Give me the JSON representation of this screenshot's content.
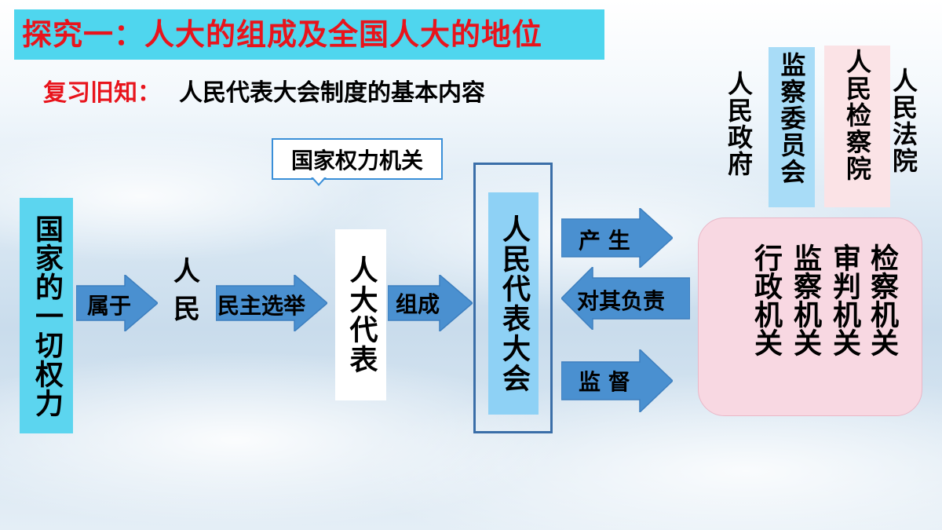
{
  "title": "探究一：人大的组成及全国人大的地位",
  "review": {
    "label": "复习旧知：",
    "text": "人民代表大会制度的基本内容"
  },
  "callout": "国家权力机关",
  "flow": {
    "power": "国家的一切权力",
    "belongs_to": "属于",
    "people": "人民",
    "election": "民主选举",
    "deputies": "人大代表",
    "compose": "组成",
    "npc": "人民代表大会",
    "produce": "产  生",
    "responsible": "对其负责",
    "supervise": "监  督"
  },
  "institutions": {
    "government": "人民政府",
    "supervision_commission": "监察委员会",
    "procuratorate": "人民检察院",
    "court": "人民法院"
  },
  "organs": [
    "行政机关",
    "监察机关",
    "审判机关",
    "检察机关"
  ],
  "colors": {
    "title_bg": "#4fd6ee",
    "title_text": "#e8141c",
    "arrow": "#4a90d0",
    "npc_fill": "#8ed1f5",
    "organs_bg": "#f8d8e2"
  }
}
